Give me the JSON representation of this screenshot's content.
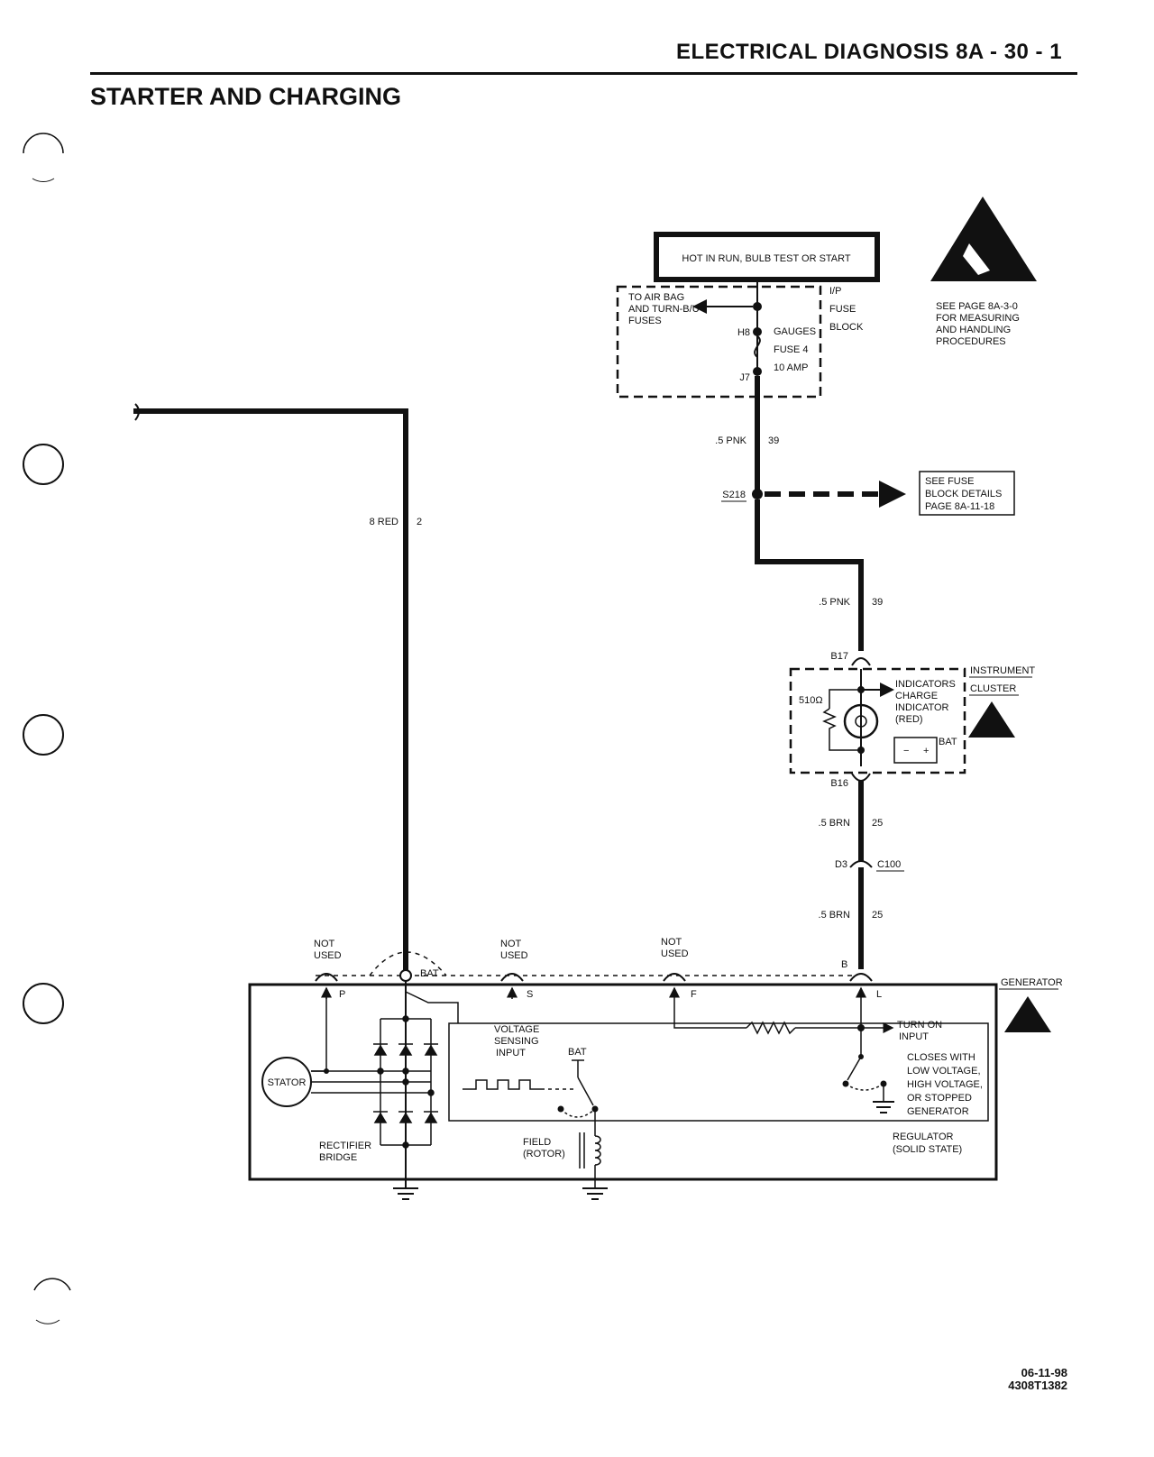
{
  "header": {
    "section_title": "ELECTRICAL DIAGNOSIS 8A - 30 - 1",
    "page_title": "STARTER AND CHARGING"
  },
  "footer": {
    "date": "06-11-98",
    "code": "4308T1382"
  },
  "power_box": {
    "label": "HOT IN RUN, BULB TEST OR START"
  },
  "fuse_block": {
    "left_label_1": "TO AIR BAG",
    "left_label_2": "AND TURN-B/U",
    "left_label_3": "FUSES",
    "name_1": "I/P",
    "name_2": "FUSE",
    "name_3": "BLOCK",
    "pin_top": "H8",
    "pin_bottom": "J7",
    "fuse_1": "GAUGES",
    "fuse_2": "FUSE 4",
    "fuse_3": "10 AMP"
  },
  "esd_note": {
    "line_1": "SEE PAGE 8A-3-0",
    "line_2": "FOR MEASURING",
    "line_3": "AND HANDLING",
    "line_4": "PROCEDURES"
  },
  "wires": {
    "w1_color": ".5 PNK",
    "w1_circuit": "39",
    "w2_color": ".5 PNK",
    "w2_circuit": "39",
    "w3_color": ".5 BRN",
    "w3_circuit": "25",
    "w4_color": ".5 BRN",
    "w4_circuit": "25",
    "red_color": "8 RED",
    "red_circuit": "2"
  },
  "splice": {
    "name": "S218",
    "ref_1": "SEE FUSE",
    "ref_2": "BLOCK DETAILS",
    "ref_3": "PAGE 8A-11-18"
  },
  "cluster": {
    "pin_top": "B17",
    "pin_bottom": "B16",
    "name_1": "INSTRUMENT",
    "name_2": "CLUSTER",
    "resistor": "510Ω",
    "ind_1": "INDICATORS",
    "ind_2": "CHARGE",
    "ind_3": "INDICATOR",
    "ind_4": "(RED)",
    "bat": "BAT",
    "bat_minus": "−",
    "bat_plus": "+"
  },
  "connector_c100": {
    "pin": "D3",
    "name": "C100"
  },
  "generator": {
    "name": "GENERATOR",
    "not_used": "NOT",
    "used": "USED",
    "term_p": "P",
    "term_bat": "BAT",
    "term_s": "S",
    "term_f": "F",
    "term_l": "L",
    "pin_b": "B",
    "stator": "STATOR",
    "rect_1": "RECTIFIER",
    "rect_2": "BRIDGE",
    "vs_1": "VOLTAGE",
    "vs_2": "SENSING",
    "vs_3": "INPUT",
    "bat_inner": "BAT",
    "field_1": "FIELD",
    "field_2": "(ROTOR)",
    "turn_1": "TURN ON",
    "turn_2": "INPUT",
    "closes_1": "CLOSES WITH",
    "closes_2": "LOW VOLTAGE,",
    "closes_3": "HIGH VOLTAGE,",
    "closes_4": "OR STOPPED",
    "closes_5": "GENERATOR",
    "reg_1": "REGULATOR",
    "reg_2": "(SOLID STATE)"
  }
}
